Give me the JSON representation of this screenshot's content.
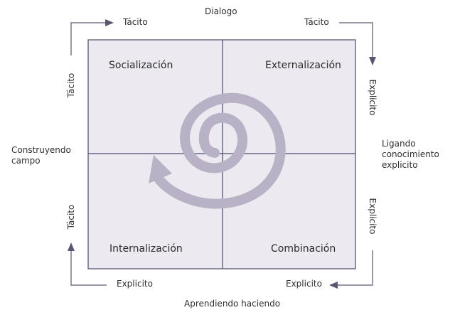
{
  "top_label": "Dialogo",
  "bottom_label": "Aprendiendo haciendo",
  "left_label": [
    "Construyendo",
    "campo"
  ],
  "right_label": [
    "Ligando",
    "conocimiento",
    "explicito"
  ],
  "corner_labels": {
    "top_left": "Tácito",
    "top_right": "Tácito",
    "bottom_left": "Explicito",
    "bottom_right": "Explicito",
    "left_upper": "Tácito",
    "left_lower": "Tácito",
    "right_upper": "Explicito",
    "right_lower": "Explicito"
  },
  "quadrants": {
    "top_left": "Socialización",
    "top_right": "Externalización",
    "bottom_left": "Internalización",
    "bottom_right": "Combinación"
  },
  "colors": {
    "box_fill": "#eceaf0",
    "box_border": "#4a4a6a",
    "spiral": "#b9b2c6",
    "arrow": "#5c5470"
  }
}
